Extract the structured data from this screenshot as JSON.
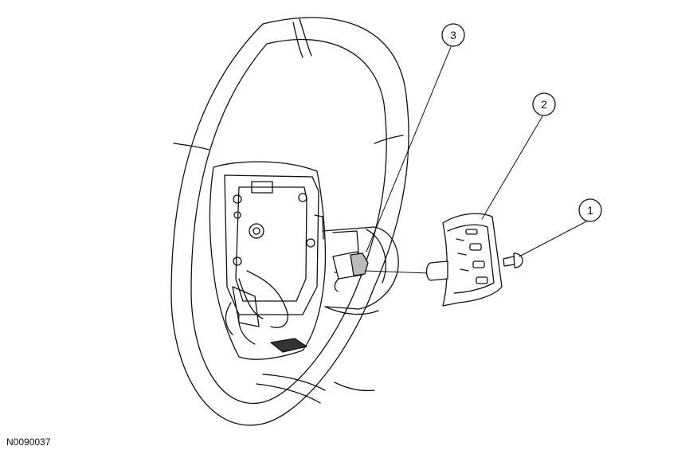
{
  "callouts": [
    {
      "id": "callout-1",
      "label": "1"
    },
    {
      "id": "callout-2",
      "label": "2"
    },
    {
      "id": "callout-3",
      "label": "3"
    }
  ],
  "reference_code": "N0090037",
  "colors": {
    "line": "#111111",
    "fill": "#ffffff",
    "shade": "#d8d8d8"
  }
}
